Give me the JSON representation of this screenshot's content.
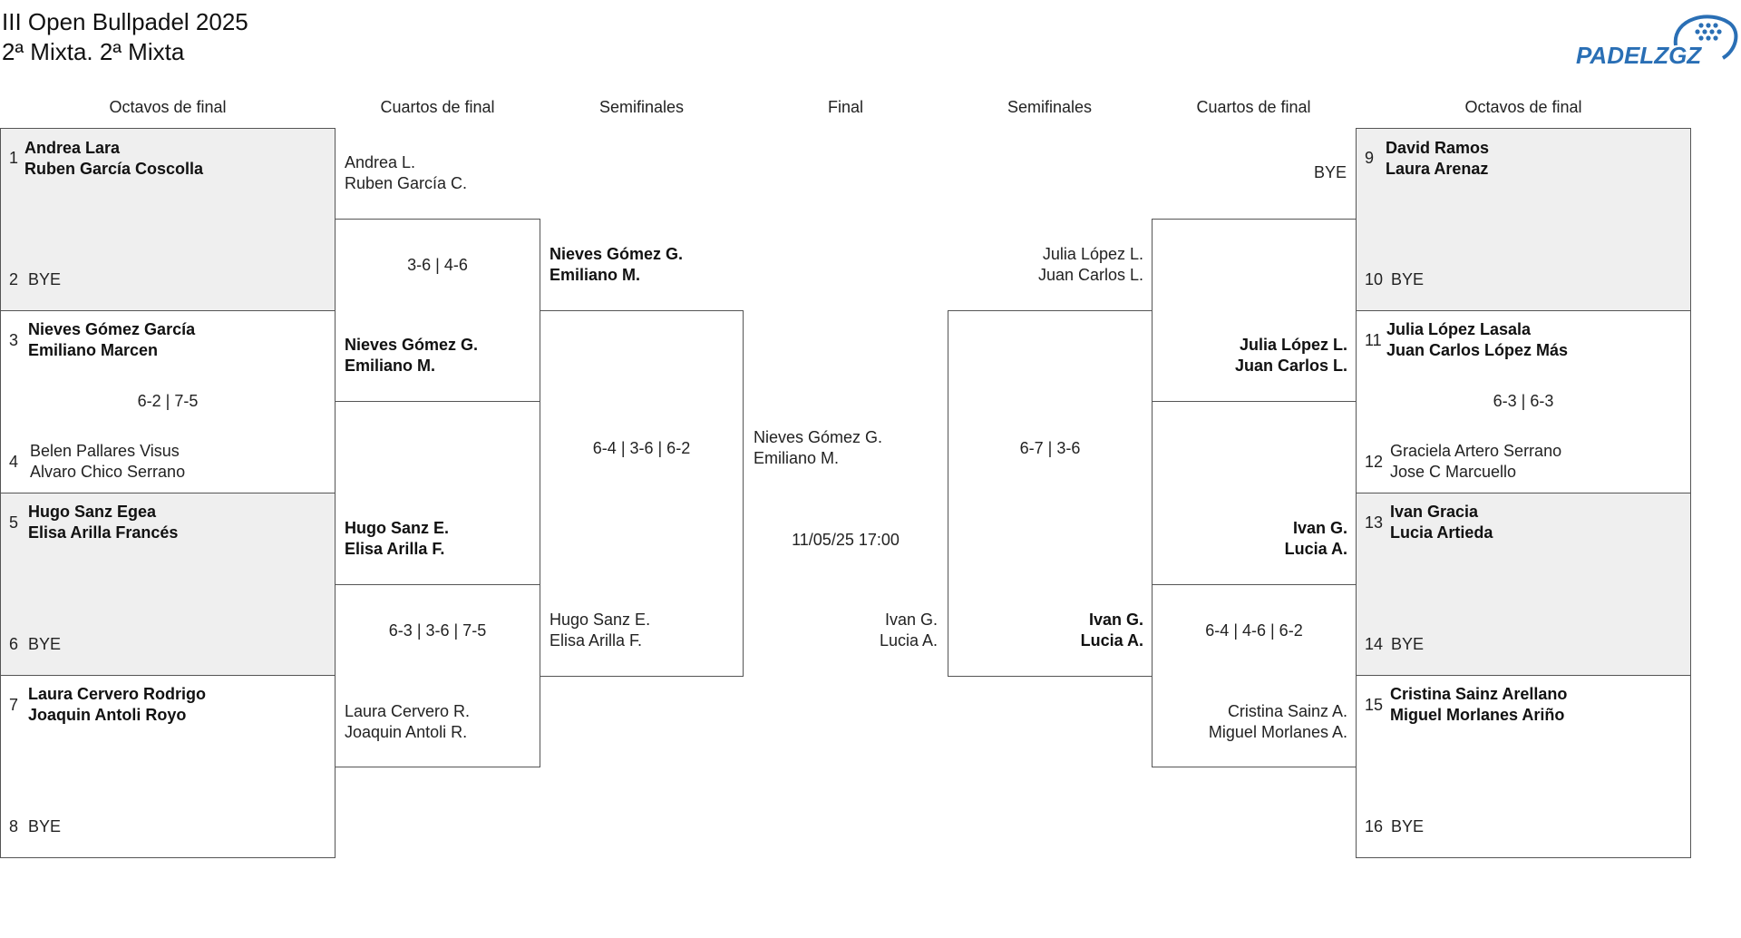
{
  "header": {
    "title_line1": "III Open Bullpadel 2025",
    "title_line2": "2ª Mixta. 2ª Mixta",
    "logo_text": "PADELZGZ"
  },
  "columns": [
    "Octavos de final",
    "Cuartos de final",
    "Semifinales",
    "Final",
    "Semifinales",
    "Cuartos de final",
    "Octavos de final"
  ],
  "left_r16": [
    {
      "seed_a": "1",
      "p1_a": "Andrea Lara",
      "p2_a": "Ruben García Coscolla",
      "seed_b": "2",
      "bye_b": "BYE",
      "score": ""
    },
    {
      "seed_a": "3",
      "p1_a": "Nieves Gómez García",
      "p2_a": "Emiliano Marcen",
      "seed_b": "4",
      "p1_b": "Belen Pallares Visus",
      "p2_b": "Alvaro Chico Serrano",
      "score": "6-2 | 7-5"
    },
    {
      "seed_a": "5",
      "p1_a": "Hugo Sanz Egea",
      "p2_a": "Elisa Arilla Francés",
      "seed_b": "6",
      "bye_b": "BYE",
      "score": ""
    },
    {
      "seed_a": "7",
      "p1_a": "Laura Cervero Rodrigo",
      "p2_a": "Joaquin Antoli Royo",
      "seed_b": "8",
      "bye_b": "BYE",
      "score": ""
    }
  ],
  "right_r16": [
    {
      "seed_a": "9",
      "p1_a": "David Ramos",
      "p2_a": "Laura Arenaz",
      "seed_b": "10",
      "bye_b": "BYE",
      "score": ""
    },
    {
      "seed_a": "11",
      "p1_a": "Julia López Lasala",
      "p2_a": "Juan Carlos López Más",
      "seed_b": "12",
      "p1_b": "Graciela Artero Serrano",
      "p2_b": "Jose C Marcuello",
      "score": "6-3 | 6-3"
    },
    {
      "seed_a": "13",
      "p1_a": "Ivan Gracia",
      "p2_a": "Lucia Artieda",
      "seed_b": "14",
      "bye_b": "BYE",
      "score": ""
    },
    {
      "seed_a": "15",
      "p1_a": "Cristina Sainz Arellano",
      "p2_a": "Miguel Morlanes Ariño",
      "seed_b": "16",
      "bye_b": "BYE",
      "score": ""
    }
  ],
  "left_qf": [
    {
      "top_p1": "Andrea L.",
      "top_p2": "Ruben García C.",
      "bot_p1": "Nieves Gómez G.",
      "bot_p2": "Emiliano M.",
      "score": "3-6 | 4-6"
    },
    {
      "top_p1": "Hugo Sanz E.",
      "top_p2": "Elisa Arilla F.",
      "bot_p1": "Laura Cervero R.",
      "bot_p2": "Joaquin Antoli R.",
      "score": "6-3 | 3-6 | 7-5"
    }
  ],
  "right_qf": [
    {
      "top_bye": "BYE",
      "bot_p1": "Julia López L.",
      "bot_p2": "Juan Carlos L.",
      "score": ""
    },
    {
      "top_p1": "Ivan G.",
      "top_p2": "Lucia A.",
      "bot_p1": "Cristina Sainz A.",
      "bot_p2": "Miguel Morlanes A.",
      "score": "6-4 | 4-6 | 6-2"
    }
  ],
  "left_sf": {
    "top_p1": "Nieves Gómez G.",
    "top_p2": "Emiliano M.",
    "bot_p1": "Hugo Sanz E.",
    "bot_p2": "Elisa Arilla F.",
    "score": "6-4 | 3-6 | 6-2"
  },
  "right_sf": {
    "top_p1": "Julia López L.",
    "top_p2": "Juan Carlos L.",
    "bot_p1": "Ivan G.",
    "bot_p2": "Lucia A.",
    "score": "6-7 | 3-6"
  },
  "final": {
    "top_p1": "Nieves Gómez G.",
    "top_p2": "Emiliano M.",
    "bot_p1": "Ivan G.",
    "bot_p2": "Lucia A.",
    "datetime": "11/05/25 17:00"
  },
  "colors": {
    "border": "#555555",
    "grey_fill": "#efefef",
    "logo_blue": "#2a6fb5"
  }
}
